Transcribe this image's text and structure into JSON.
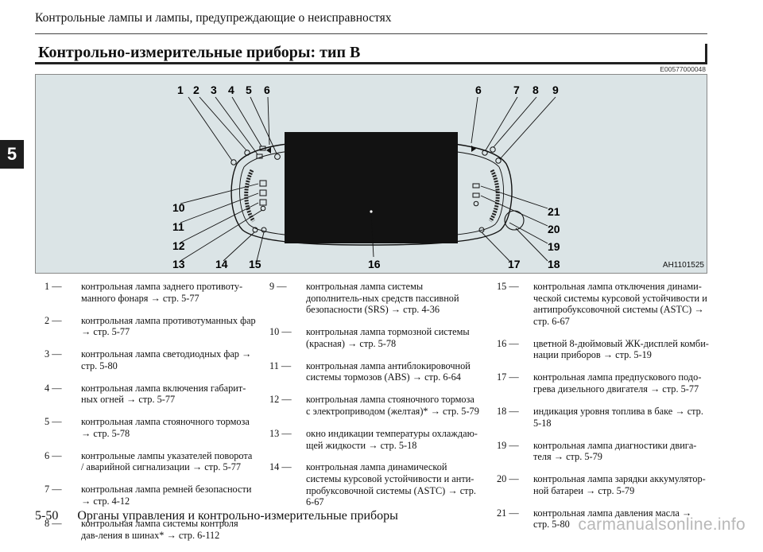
{
  "header": {
    "running_title": "Контрольные лампы и лампы, предупреждающие о неисправностях",
    "chapter": "5"
  },
  "section": {
    "title": "Контрольно-измерительные приборы: тип B",
    "code": "E00577000048"
  },
  "figure": {
    "code": "AH1101525",
    "callouts": [
      "1",
      "2",
      "3",
      "4",
      "5",
      "6",
      "6",
      "7",
      "8",
      "9",
      "10",
      "11",
      "12",
      "13",
      "14",
      "15",
      "16",
      "17",
      "18",
      "19",
      "20",
      "21"
    ]
  },
  "columns": [
    [
      {
        "num": "1 —",
        "text": "контрольная лампа заднего противоту-манного фонаря → стр. 5-77"
      },
      {
        "num": "2 —",
        "text": "контрольная лампа противотуманных фар → стр. 5-77"
      },
      {
        "num": "3 —",
        "text": "контрольная лампа светодиодных фар → стр. 5-80"
      },
      {
        "num": "4 —",
        "text": "контрольная лампа включения габарит-ных огней → стр. 5-77"
      },
      {
        "num": "5 —",
        "text": "контрольная лампа стояночного тормоза → стр. 5-78"
      },
      {
        "num": "6 —",
        "text": "контрольные лампы указателей поворота / аварийной сигнализации → стр. 5-77"
      },
      {
        "num": "7 —",
        "text": "контрольная лампа ремней безопасности → стр. 4-12"
      },
      {
        "num": "8 —",
        "text": "контрольная лампа системы контроля дав-ления в шинах* → стр. 6-112"
      }
    ],
    [
      {
        "num": "9 —",
        "text": "контрольная лампа системы дополнитель-ных средств пассивной безопасности (SRS) → стр. 4-36"
      },
      {
        "num": "10 —",
        "text": "контрольная лампа тормозной системы (красная) → стр. 5-78"
      },
      {
        "num": "11 —",
        "text": "контрольная лампа антиблокировочной системы тормозов (ABS) → стр. 6-64"
      },
      {
        "num": "12 —",
        "text": "контрольная лампа стояночного тормоза с электроприводом (желтая)* → стр. 5-79"
      },
      {
        "num": "13 —",
        "text": "окно индикации температуры охлаждаю-щей жидкости → стр. 5-18"
      },
      {
        "num": "14 —",
        "text": "контрольная лампа динамической системы курсовой устойчивости и анти-пробуксовочной системы (ASTC) → стр. 6-67"
      }
    ],
    [
      {
        "num": "15 —",
        "text": "контрольная лампа отключения динами-ческой системы курсовой устойчивости и антипробуксовочной системы (ASTC) → стр. 6-67"
      },
      {
        "num": "16 —",
        "text": "цветной 8-дюймовый ЖК-дисплей комби-нации приборов → стр. 5-19"
      },
      {
        "num": "17 —",
        "text": "контрольная лампа предпускового подо-грева дизельного двигателя → стр. 5-77"
      },
      {
        "num": "18 —",
        "text": "индикация уровня топлива в баке → стр. 5-18"
      },
      {
        "num": "19 —",
        "text": "контрольная лампа диагностики двига-теля → стр. 5-79"
      },
      {
        "num": "20 —",
        "text": "контрольная лампа зарядки аккумулятор-ной батареи → стр. 5-79"
      },
      {
        "num": "21 —",
        "text": "контрольная лампа давления масла → стр. 5-80"
      }
    ]
  ],
  "footer": {
    "page": "5-50",
    "chapter_title": "Органы управления и контрольно-измерительные приборы"
  },
  "watermark": "carmanualsonline.info"
}
